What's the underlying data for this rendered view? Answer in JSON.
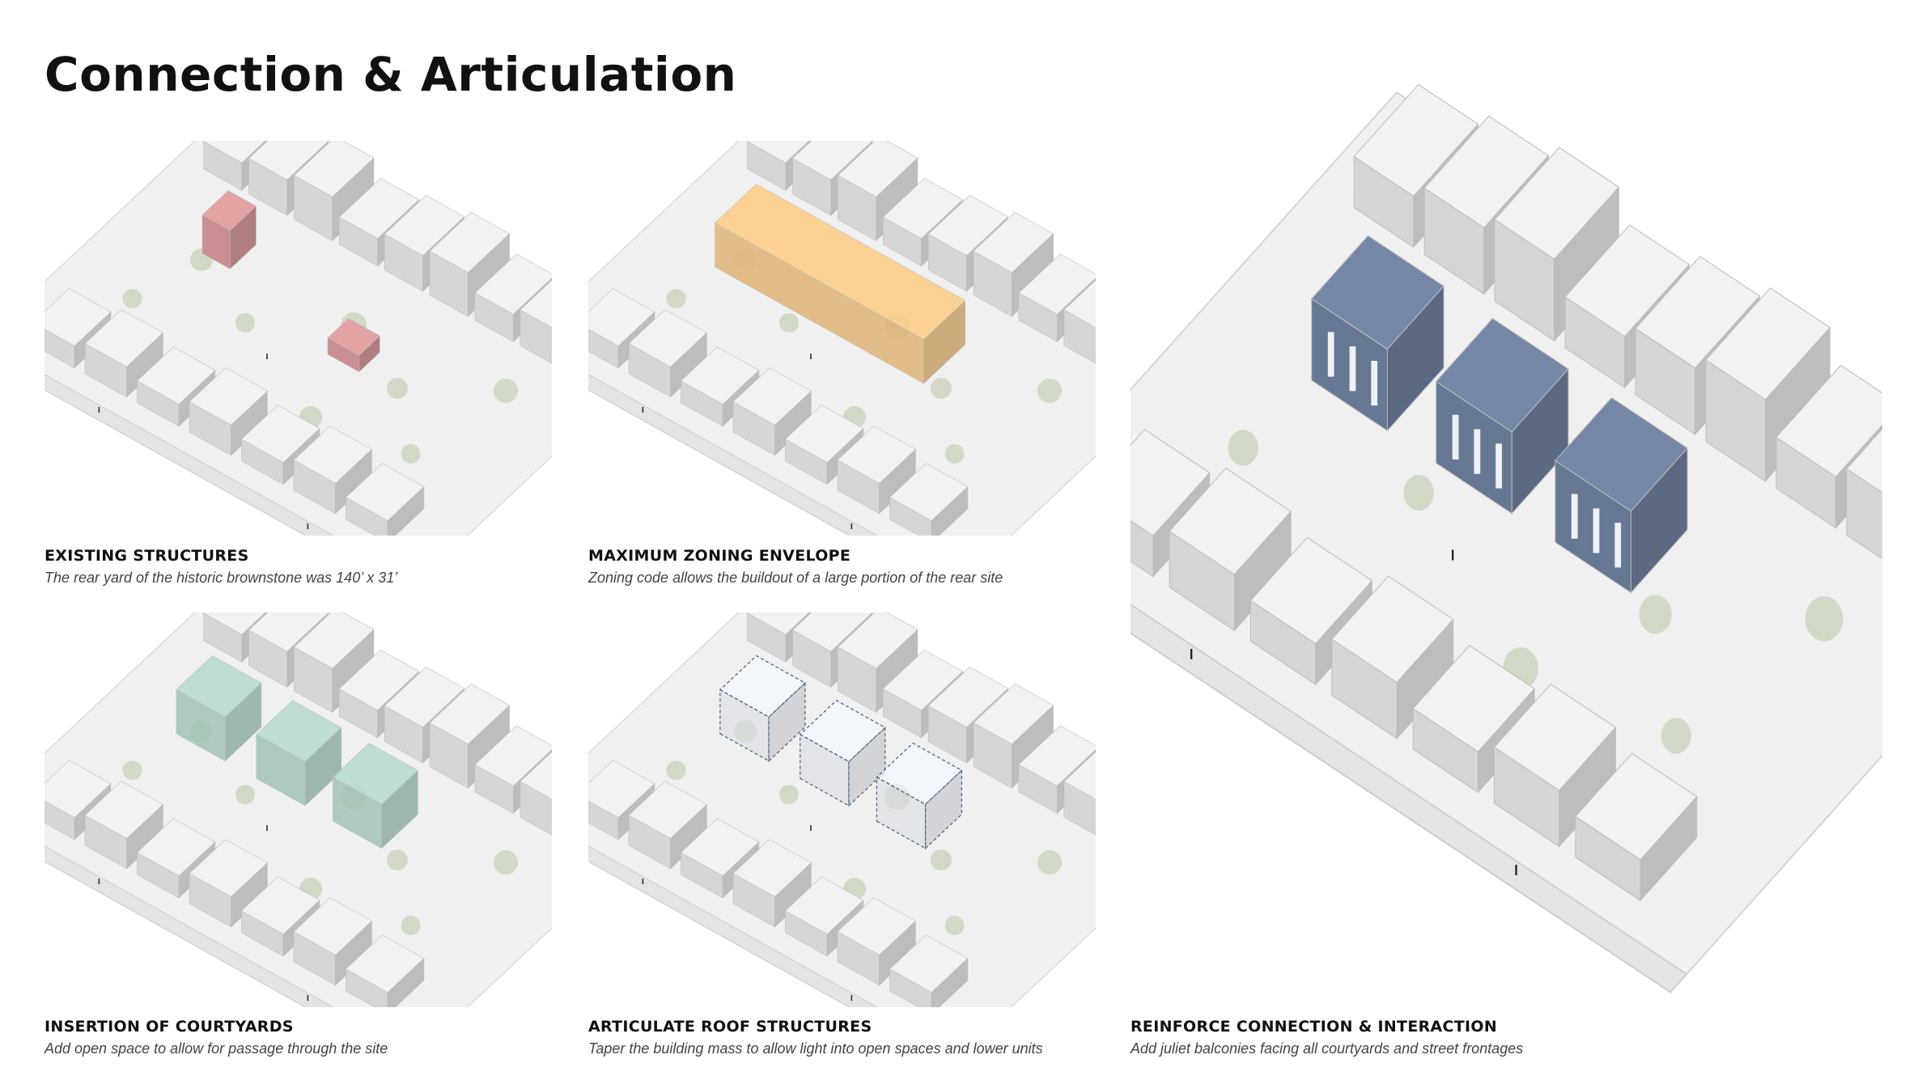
{
  "title": "Connection & Articulation",
  "colors": {
    "existing": "#d89a9c",
    "zoning": "#f2c27e",
    "courtyard": "#a9cfc2",
    "roof": "#e8edf3",
    "final": "#6f819f",
    "building": "#e6e6e6",
    "tree": "#b9c7a6"
  },
  "panels": [
    {
      "heading": "EXISTING STRUCTURES",
      "caption": "The rear yard of the historic brownstone was 140’ x 31’"
    },
    {
      "heading": "MAXIMUM ZONING ENVELOPE",
      "caption": "Zoning code allows the buildout of a large portion of the rear site"
    },
    {
      "heading": "INSERTION OF COURTYARDS",
      "caption": "Add open space to allow for passage through the site"
    },
    {
      "heading": "ARTICULATE ROOF STRUCTURES",
      "caption": "Taper the building mass to allow light into open spaces and lower units"
    },
    {
      "heading": "REINFORCE CONNECTION & INTERACTION",
      "caption": "Add juliet balconies facing all courtyards and street frontages"
    }
  ]
}
